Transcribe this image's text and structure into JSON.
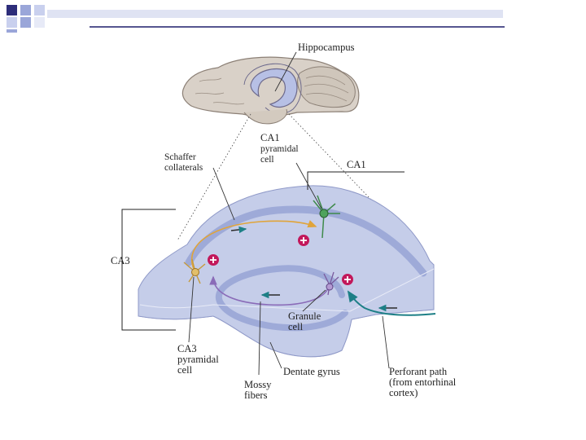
{
  "slide": {
    "accent_colors": {
      "dark": "#2d2d7a",
      "mid": "#9aa6d9",
      "light": "#c9d0ee",
      "line": "#1f1f6b"
    }
  },
  "diagram": {
    "labels": {
      "hippocampus": "Hippocampus",
      "ca1_cell_line1": "CA1",
      "ca1_cell_line2": "pyramidal",
      "ca1_cell_line3": "cell",
      "schaffer_line1": "Schaffer",
      "schaffer_line2": "collaterals",
      "ca1_region": "CA1",
      "ca3_region": "CA3",
      "granule_line1": "Granule",
      "granule_line2": "cell",
      "ca3_cell_line1": "CA3",
      "ca3_cell_line2": "pyramidal",
      "ca3_cell_line3": "cell",
      "mossy_line1": "Mossy",
      "mossy_line2": "fibers",
      "dentate_gyrus": "Dentate gyrus",
      "perforant_line1": "Perforant path",
      "perforant_line2": "(from entorhinal",
      "perforant_line3": "cortex)"
    },
    "colors": {
      "slice_fill": "#c5cde9",
      "slice_edge": "#a9b3d8",
      "cell_layer": "#9eaad8",
      "schaffer_path": "#e0a43a",
      "mossy_path": "#8a6bb8",
      "perforant_path": "#1d7f86",
      "synapse": "#c2185b",
      "brain_fill": "#d9d1c8",
      "brain_edge": "#8c8076"
    }
  }
}
